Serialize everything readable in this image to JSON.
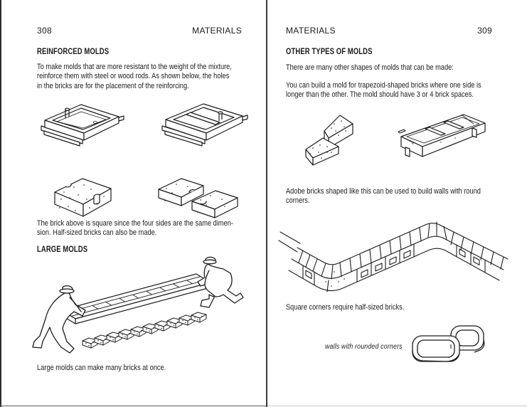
{
  "colors": {
    "paper": "#ffffff",
    "ink": "#1b1b1b"
  },
  "left_page": {
    "folio": "308",
    "running_head": "MATERIALS",
    "reinforced": {
      "heading": "REINFORCED MOLDS",
      "lines": [
        "To make molds that are more resistant to the weight of the mixture,",
        "reinforce them with steel or wood rods. As shown below, the holes",
        "in the bricks are for the placement of the reinforcing."
      ]
    },
    "brick_note_lines": [
      "The brick above is square since the four sides are the same dimen-",
      "sion. Half-sized bricks can also be made."
    ],
    "large": {
      "heading": "LARGE MOLDS",
      "caption": "Large molds can make many bricks at once."
    }
  },
  "right_page": {
    "folio": "309",
    "running_head": "MATERIALS",
    "heading": "OTHER TYPES OF MOLDS",
    "intro": "There are many other shapes of molds that can be made:",
    "trapezoid_lines": [
      "You can build a mold for trapezoid-shaped bricks where one side is",
      "longer than the other. The mold should have 3 or 4 brick spaces."
    ],
    "adobe_lines": [
      "Adobe bricks shaped like this can be used to build walls with round",
      "corners."
    ],
    "square_corners": "Square corners require half-sized bricks.",
    "figure_caption": "walls with rounded corners"
  }
}
